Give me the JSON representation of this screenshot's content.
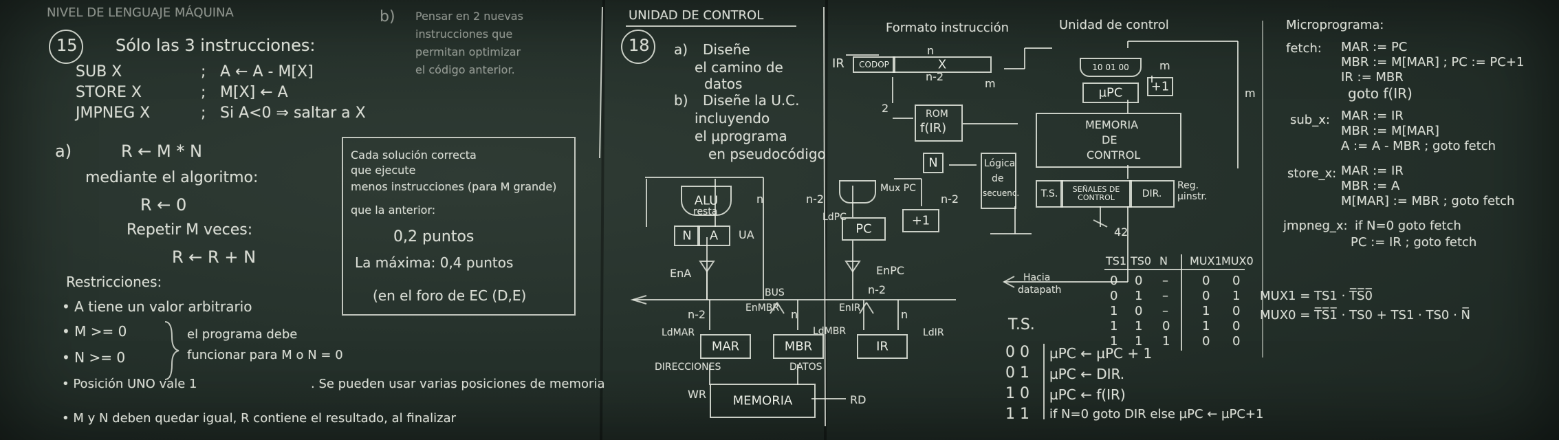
{
  "left": {
    "title": "NIVEL DE LENGUAJE MÁQUINA",
    "problem_number": "15",
    "intro": "Sólo las 3 instrucciones:",
    "instructions": [
      {
        "op": "SUB X",
        "sep": ";",
        "desc": "A ← A - M[X]"
      },
      {
        "op": "STORE X",
        "sep": ";",
        "desc": "M[X] ← A"
      },
      {
        "op": "JMPNEG X",
        "sep": ";",
        "desc": "Si A<0 ⇒ saltar a X"
      }
    ],
    "part_a_label": "a)",
    "part_a_expr": "R ← M * N",
    "algo_intro": "mediante el algoritmo:",
    "algo_line1": "R ← 0",
    "algo_line2": "Repetir M veces:",
    "algo_line3": "R ← R + N",
    "restrictions_title": "Restricciones:",
    "restrictions": [
      "A tiene un valor arbitrario",
      "M >= 0",
      "N >= 0",
      "Posición UNO vale 1",
      "M y N deben quedar igual, R contiene el resultado, al finalizar"
    ],
    "brace_note_1": "el programa debe",
    "brace_note_2": "funcionar para M o N = 0",
    "memory_note": ". Se pueden usar varias posiciones de memoria",
    "part_b_label": "b)",
    "part_b_text_1": "Pensar en 2 nuevas",
    "part_b_text_2": "instrucciones que",
    "part_b_text_3": "permitan optimizar",
    "part_b_text_4": "el código anterior.",
    "grading_1": "Cada solución correcta",
    "grading_2": "que ejecute",
    "grading_3": "menos instrucciones (para M grande)",
    "grading_4": "que la anterior:",
    "grading_5": "0,2 puntos",
    "grading_6": "La máxima: 0,4 puntos",
    "grading_7": "(en el foro de EC (D,E)"
  },
  "middle": {
    "title": "UNIDAD DE CONTROL",
    "problem_number": "18",
    "a_label": "a)",
    "a_text_1": "Diseñe",
    "a_text_2": "el camino de",
    "a_text_3": "datos",
    "b_label": "b)",
    "b_text_1": "Diseñe la U.C.",
    "b_text_2": "incluyendo",
    "b_text_3": "el µprograma",
    "b_text_4": "en pseudocódigo",
    "alu": "ALU",
    "alu_op": "resta",
    "reg_n": "N",
    "reg_a": "A",
    "ua": "UA",
    "ena": "EnA",
    "bus": "BUS",
    "mux_pc": "Mux PC",
    "pc": "PC",
    "plus1": "+1",
    "enpc": "EnPC",
    "ldpc": "LdPC",
    "n_minus_2": "n-2",
    "n": "n",
    "enmbr": "EnMBR",
    "enir": "EnIR",
    "ldmar": "LdMAR",
    "ldmbr": "LdMBR",
    "ldir": "LdIR",
    "mar": "MAR",
    "mbr": "MBR",
    "ir": "IR",
    "direcciones": "DIRECCIONES",
    "datos": "DATOS",
    "wr": "WR",
    "rd": "RD",
    "memoria": "MEMORIA"
  },
  "right": {
    "format_title": "Formato instrucción",
    "ir_label": "IR",
    "codop": "CODOP",
    "x_field": "X",
    "n": "n",
    "n_minus_2": "n-2",
    "two": "2",
    "rom_1": "ROM",
    "rom_2": "f(IR)",
    "m": "m",
    "cu_title": "Unidad de control",
    "mux_inputs": "10 01 00",
    "upc": "µPC",
    "plus1": "+1",
    "mem_control_1": "MEMORIA",
    "mem_control_2": "DE",
    "mem_control_3": "CONTROL",
    "logic_n": "N",
    "logic_1": "Lógica",
    "logic_2": "de",
    "logic_3": "secuenc.",
    "ts_field": "T.S.",
    "signals_field": "SEÑALES DE CONTROL",
    "dir_field": "DIR.",
    "reg_microinstr": "Reg. µinstr.",
    "bits_42": "42",
    "to_datapath_1": "Hacia",
    "to_datapath_2": "datapath",
    "truth_headers": [
      "TS1",
      "TS0",
      "N",
      "MUX1",
      "MUX0"
    ],
    "truth_rows": [
      [
        "0",
        "0",
        "–",
        "0",
        "0"
      ],
      [
        "0",
        "1",
        "–",
        "0",
        "1"
      ],
      [
        "1",
        "0",
        "–",
        "1",
        "0"
      ],
      [
        "1",
        "1",
        "0",
        "1",
        "0"
      ],
      [
        "1",
        "1",
        "1",
        "0",
        "0"
      ]
    ],
    "mux1_eq": "MUX1 = TS1 · T̅S̅0̅",
    "mux0_eq": "MUX0 = T̅S̅1̅ · TS0 + TS1 · TS0 · N̅",
    "ts_title": "T.S.",
    "ts_rows": [
      {
        "code": "0 0",
        "action": "µPC ← µPC + 1"
      },
      {
        "code": "0 1",
        "action": "µPC ← DIR."
      },
      {
        "code": "1 0",
        "action": "µPC ← f(IR)"
      },
      {
        "code": "1 1",
        "action": "if N=0 goto DIR else µPC ← µPC+1"
      }
    ],
    "micro_title": "Microprograma:",
    "fetch_label": "fetch:",
    "fetch_lines": [
      "MAR := PC",
      "MBR := M[MAR] ; PC := PC+1",
      "IR := MBR",
      "goto f(IR)"
    ],
    "sub_label": "sub_x:",
    "sub_lines": [
      "MAR := IR",
      "MBR := M[MAR]",
      "A := A - MBR ; goto fetch"
    ],
    "store_label": "store_x:",
    "store_lines": [
      "MAR := IR",
      "MBR := A",
      "M[MAR] := MBR ; goto fetch"
    ],
    "jmpneg_label": "jmpneg_x:",
    "jmpneg_lines": [
      "if N=0 goto fetch",
      "PC := IR ; goto fetch"
    ]
  }
}
